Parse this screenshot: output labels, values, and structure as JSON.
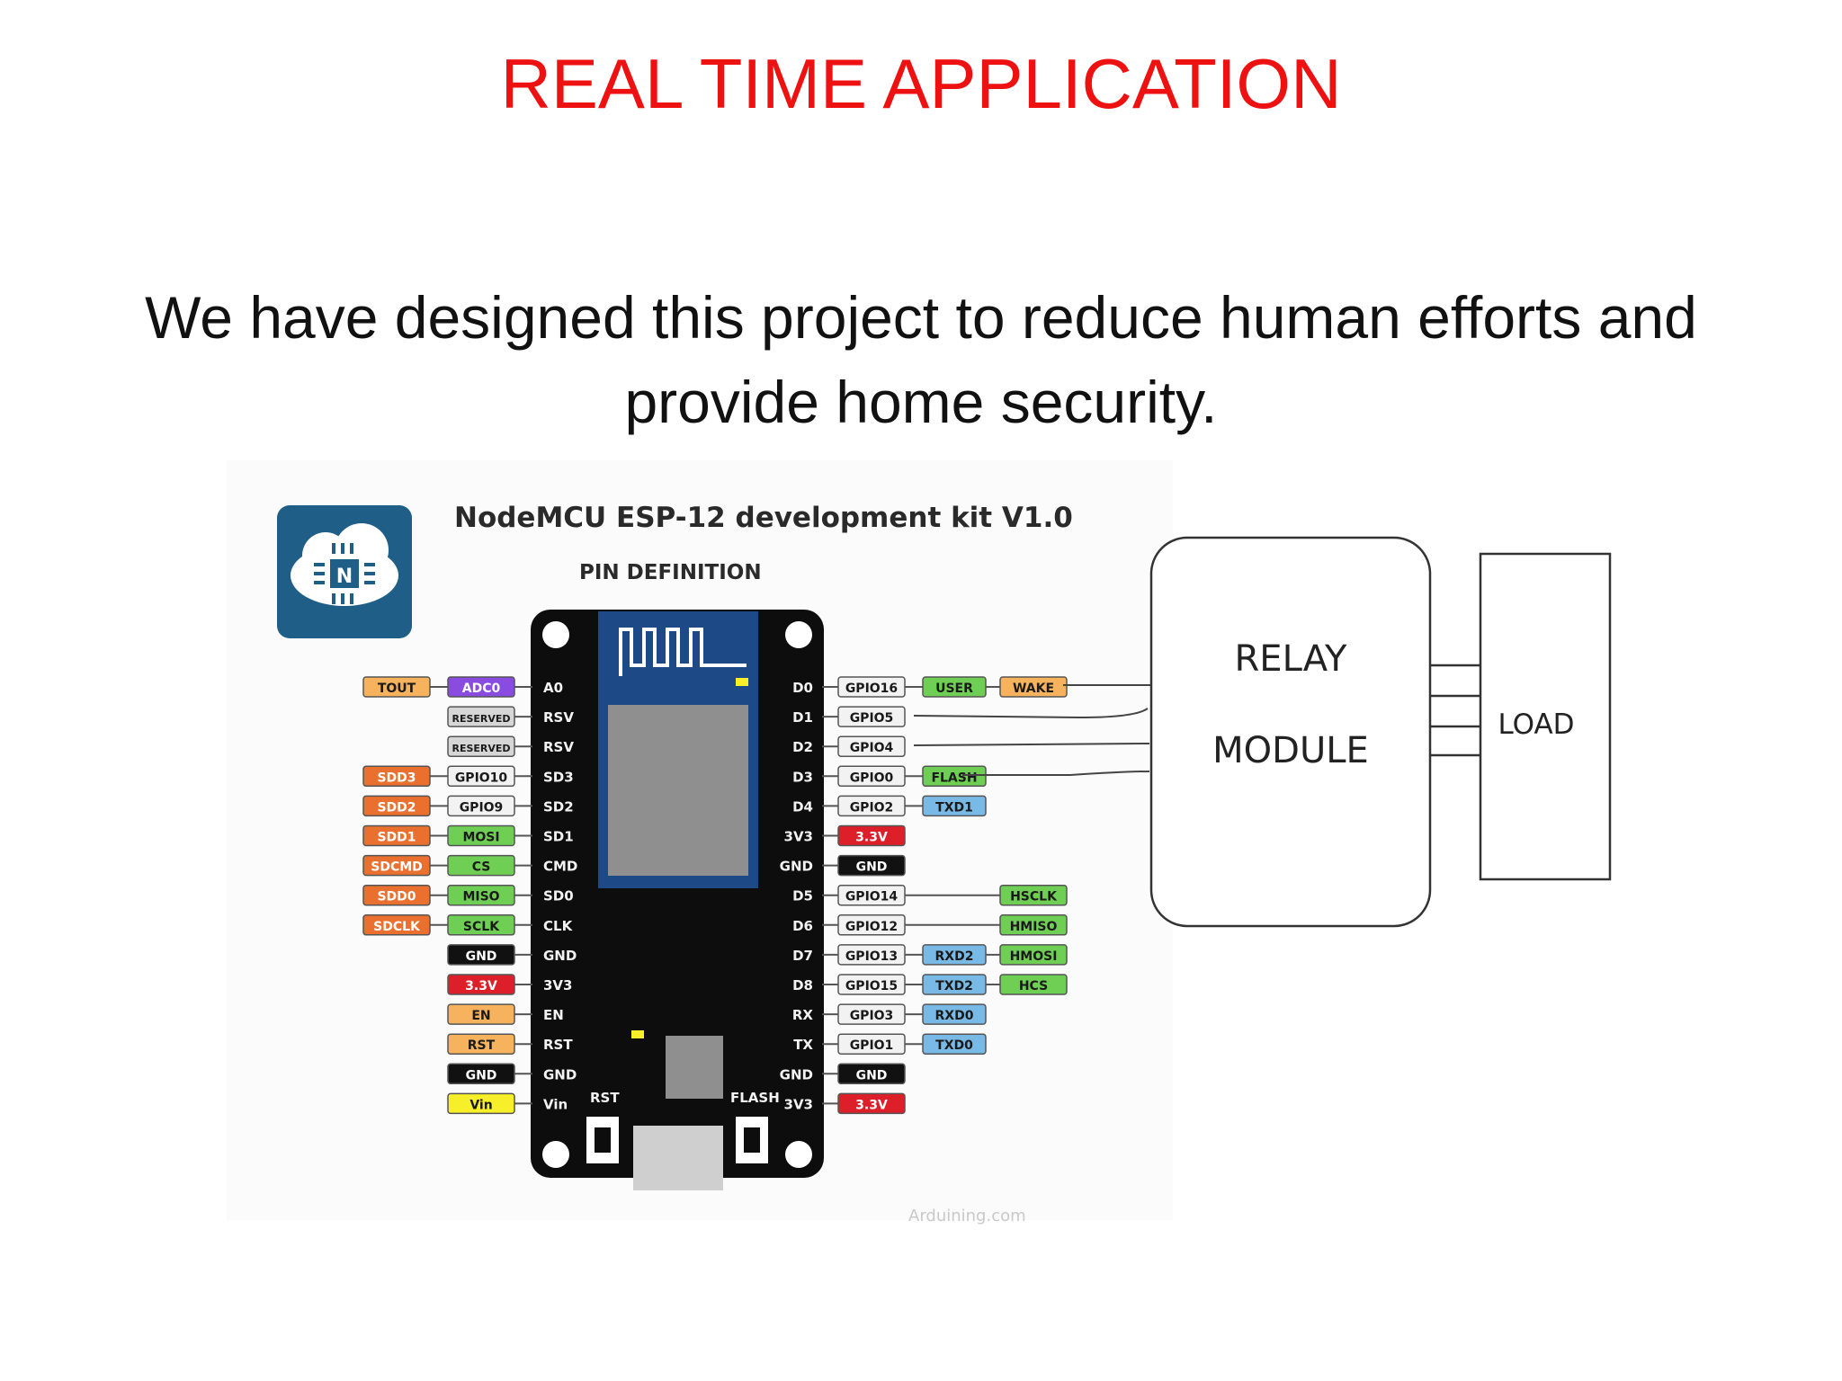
{
  "slide": {
    "title": "REAL TIME APPLICATION",
    "body_line1": "We have designed this project to reduce human efforts and",
    "body_line2": "provide home security."
  },
  "colors": {
    "title": "#ee1111",
    "board": "#0d0d0d",
    "logo": "#1f5e86",
    "pin_label": "#f2f2f2",
    "orange": "#e9702e",
    "tan": "#f6b25c",
    "green": "#6fcf55",
    "purple": "#8a4be0",
    "red": "#dd1f2a",
    "blue": "#79b9e6",
    "yellow": "#f7ef2a",
    "gray": "#d6d6d6",
    "black": "#111111"
  },
  "diagram": {
    "board_title": "NodeMCU ESP-12 development kit V1.0",
    "board_subtitle": "PIN DEFINITION",
    "logo_letter": "N",
    "board_button_left": "RST",
    "board_button_right": "FLASH",
    "watermark": "Arduining.com",
    "relay_line1": "RELAY",
    "relay_line2": "MODULE",
    "load_label": "LOAD",
    "left_pins": [
      {
        "pin": "A0",
        "labels": [
          {
            "text": "TOUT",
            "color": "tan"
          },
          {
            "text": "ADC0",
            "color": "purple"
          }
        ]
      },
      {
        "pin": "RSV",
        "labels": [
          {
            "text": "RESERVED",
            "color": "gray"
          }
        ]
      },
      {
        "pin": "RSV",
        "labels": [
          {
            "text": "RESERVED",
            "color": "gray"
          }
        ]
      },
      {
        "pin": "SD3",
        "labels": [
          {
            "text": "SDD3",
            "color": "orange"
          },
          {
            "text": "GPIO10",
            "color": "pin_label"
          }
        ]
      },
      {
        "pin": "SD2",
        "labels": [
          {
            "text": "SDD2",
            "color": "orange"
          },
          {
            "text": "GPIO9",
            "color": "pin_label"
          }
        ]
      },
      {
        "pin": "SD1",
        "labels": [
          {
            "text": "SDD1",
            "color": "orange"
          },
          {
            "text": "MOSI",
            "color": "green"
          }
        ]
      },
      {
        "pin": "CMD",
        "labels": [
          {
            "text": "SDCMD",
            "color": "orange"
          },
          {
            "text": "CS",
            "color": "green"
          }
        ]
      },
      {
        "pin": "SD0",
        "labels": [
          {
            "text": "SDD0",
            "color": "orange"
          },
          {
            "text": "MISO",
            "color": "green"
          }
        ]
      },
      {
        "pin": "CLK",
        "labels": [
          {
            "text": "SDCLK",
            "color": "orange"
          },
          {
            "text": "SCLK",
            "color": "green"
          }
        ]
      },
      {
        "pin": "GND",
        "labels": [
          {
            "text": "GND",
            "color": "black"
          }
        ]
      },
      {
        "pin": "3V3",
        "labels": [
          {
            "text": "3.3V",
            "color": "red"
          }
        ]
      },
      {
        "pin": "EN",
        "labels": [
          {
            "text": "EN",
            "color": "tan"
          }
        ]
      },
      {
        "pin": "RST",
        "labels": [
          {
            "text": "RST",
            "color": "tan"
          }
        ]
      },
      {
        "pin": "GND",
        "labels": [
          {
            "text": "GND",
            "color": "black"
          }
        ]
      },
      {
        "pin": "Vin",
        "labels": [
          {
            "text": "Vin",
            "color": "yellow"
          }
        ]
      }
    ],
    "right_pins": [
      {
        "pin": "D0",
        "labels": [
          {
            "text": "GPIO16",
            "color": "pin_label"
          },
          {
            "text": "USER",
            "color": "green"
          },
          {
            "text": "WAKE",
            "color": "tan"
          }
        ]
      },
      {
        "pin": "D1",
        "labels": [
          {
            "text": "GPIO5",
            "color": "pin_label"
          }
        ]
      },
      {
        "pin": "D2",
        "labels": [
          {
            "text": "GPIO4",
            "color": "pin_label"
          }
        ]
      },
      {
        "pin": "D3",
        "labels": [
          {
            "text": "GPIO0",
            "color": "pin_label"
          },
          {
            "text": "FLASH",
            "color": "green"
          }
        ]
      },
      {
        "pin": "D4",
        "labels": [
          {
            "text": "GPIO2",
            "color": "pin_label"
          },
          {
            "text": "TXD1",
            "color": "blue"
          }
        ]
      },
      {
        "pin": "3V3",
        "labels": [
          {
            "text": "3.3V",
            "color": "red"
          }
        ]
      },
      {
        "pin": "GND",
        "labels": [
          {
            "text": "GND",
            "color": "black"
          }
        ]
      },
      {
        "pin": "D5",
        "labels": [
          {
            "text": "GPIO14",
            "color": "pin_label"
          },
          {
            "text": "",
            "color": ""
          },
          {
            "text": "HSCLK",
            "color": "green"
          }
        ]
      },
      {
        "pin": "D6",
        "labels": [
          {
            "text": "GPIO12",
            "color": "pin_label"
          },
          {
            "text": "",
            "color": ""
          },
          {
            "text": "HMISO",
            "color": "green"
          }
        ]
      },
      {
        "pin": "D7",
        "labels": [
          {
            "text": "GPIO13",
            "color": "pin_label"
          },
          {
            "text": "RXD2",
            "color": "blue"
          },
          {
            "text": "HMOSI",
            "color": "green"
          }
        ]
      },
      {
        "pin": "D8",
        "labels": [
          {
            "text": "GPIO15",
            "color": "pin_label"
          },
          {
            "text": "TXD2",
            "color": "blue"
          },
          {
            "text": "HCS",
            "color": "green"
          }
        ]
      },
      {
        "pin": "RX",
        "labels": [
          {
            "text": "GPIO3",
            "color": "pin_label"
          },
          {
            "text": "RXD0",
            "color": "blue"
          }
        ]
      },
      {
        "pin": "TX",
        "labels": [
          {
            "text": "GPIO1",
            "color": "pin_label"
          },
          {
            "text": "TXD0",
            "color": "blue"
          }
        ]
      },
      {
        "pin": "GND",
        "labels": [
          {
            "text": "GND",
            "color": "black"
          }
        ]
      },
      {
        "pin": "3V3",
        "labels": [
          {
            "text": "3.3V",
            "color": "red"
          }
        ]
      }
    ]
  }
}
